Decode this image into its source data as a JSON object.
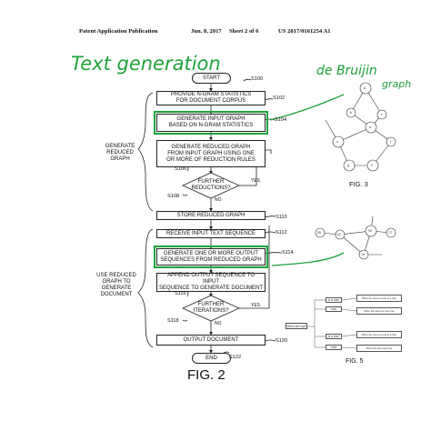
{
  "header": {
    "publication": "Patent Application Publication",
    "date": "Jun. 8, 2017",
    "sheet": "Sheet 2 of 6",
    "number": "US 2017/0161254 A1"
  },
  "annotations": {
    "text_generation": "Text generation",
    "de_bruijin": "de Bruijin",
    "graph": "graph"
  },
  "flow": {
    "start": "START",
    "s100": "S100",
    "provide": "PROVIDE n-GRAM STATISTICS\nFOR DOCUMENT CORPUS",
    "s102": "S102",
    "generate_input": "GENERATE INPUT GRAPH\nBASED ON n-GRAM STATISTICS",
    "s104": "S104",
    "generate_reduced": "GENERATE REDUCED GRAPH\nFROM INPUT GRAPH USING ONE\nOR MORE OF REDUCTION RULES",
    "s106": "S106",
    "further_reductions": "FURTHER\nREDUCTIONS?",
    "s108": "S108",
    "yes1": "YES",
    "no1": "NO",
    "store": "STORE REDUCED GRAPH",
    "s110": "S110",
    "receive": "RECEIVE INPUT TEXT SEQUENCE",
    "s112": "S112",
    "generate_output": "GENERATE ONE OR MORE OUTPUT\nSEQUENCES FROM REDUCED GRAPH",
    "s114": "S114",
    "append": "APPEND OUTPUT SEQUENCE TO INPUT\nSEQUENCE TO GENERATE DOCUMENT",
    "s116": "S116",
    "further_iterations": "FURTHER\nITERATIONS?",
    "s118": "S118",
    "yes2": "YES",
    "no2": "NO",
    "output": "OUTPUT DOCUMENT",
    "s120": "S120",
    "end": "END",
    "s122": "S122",
    "group1": "GENERATE\nREDUCED\nGRAPH",
    "group2": "USE REDUCED\nGRAPH TO\nGENERATE\nDOCUMENT",
    "fig2": "FIG. 2"
  },
  "fig3": {
    "caption": "FIG. 3",
    "nodes": [
      "a",
      "b",
      "c",
      "d",
      "e",
      "f",
      "g",
      "h"
    ]
  },
  "fig4": {
    "nodes": [
      "35",
      "62",
      "90",
      "72",
      "76"
    ]
  },
  "fig5": {
    "caption": "FIG. 5",
    "root": "When the rope",
    "branches": [
      "is a rose",
      "rose",
      "is a rose",
      "rose"
    ],
    "leaves": [
      "When the rose is a rose is a rose",
      "When the rope is a rose rose",
      "When the rope is a rose is a rose",
      "When the rose rose rose"
    ]
  }
}
